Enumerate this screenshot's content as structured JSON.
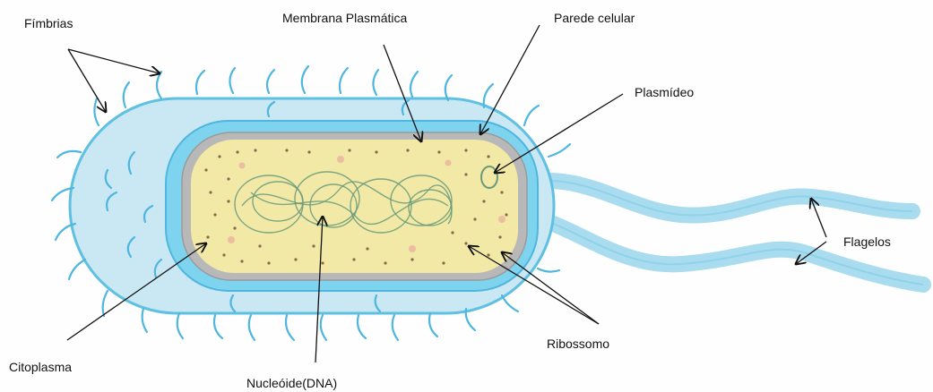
{
  "labels": {
    "fimbrias": "Fímbrias",
    "membrana": "Membrana Plasmática",
    "parede": "Parede celular",
    "plasmideo": "Plasmídeo",
    "flagelos": "Flagelos",
    "ribossomo": "Ribossomo",
    "citoplasma": "Citoplasma",
    "nucleoide": "Nucleóide(DNA)"
  },
  "colors": {
    "capsule": "#c9e8f4",
    "capsule_edge": "#5fc0e2",
    "wall": "#7ed3ee",
    "membrane": "#b8b8b8",
    "cytoplasm": "#f2e9a6",
    "dna": "#6a9a7a",
    "ribosome": "#8a6a4a",
    "flagella": "#a9dcef",
    "arrow": "#111111"
  }
}
